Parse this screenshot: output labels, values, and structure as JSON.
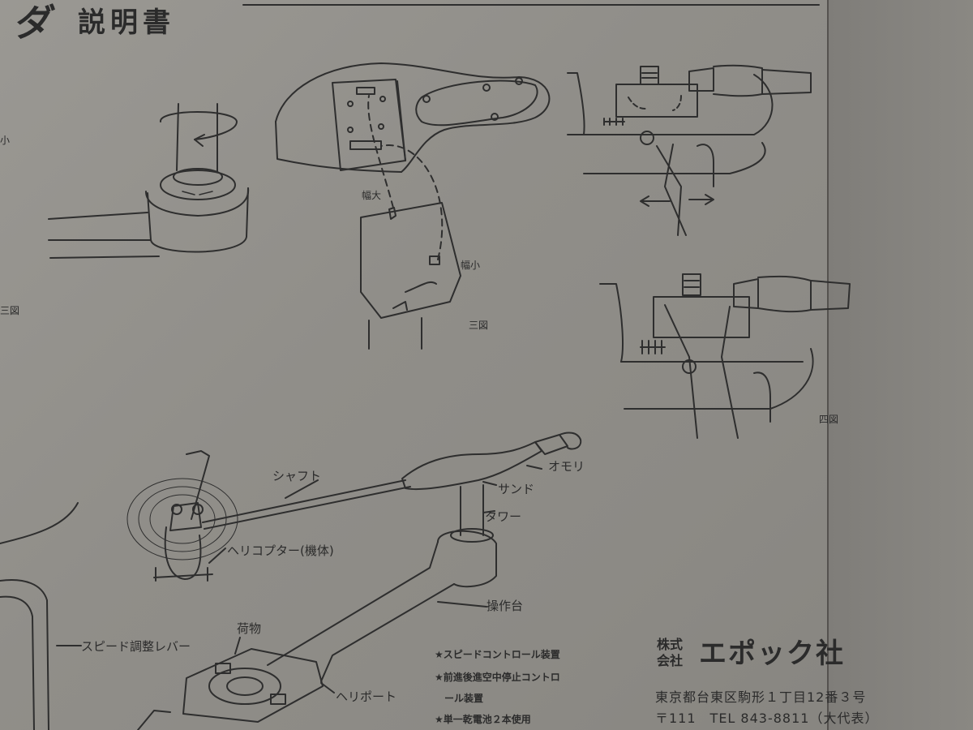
{
  "header": {
    "title_mark": "ダ",
    "title": "説明書"
  },
  "figures": {
    "fig3_left_label": "三図",
    "fig_left_edge_label": "小",
    "fig3_label": "三図",
    "fig4_label": "四図",
    "wide_label": "幅大",
    "narrow_label": "幅小"
  },
  "parts": {
    "shaft": "シャフト",
    "weight": "オモリ",
    "sand": "サンド",
    "tower": "タワー",
    "helicopter": "ヘリコプター(機体)",
    "console": "操作台",
    "speed_lever": "スピード調整レバー",
    "cargo": "荷物",
    "heliport": "ヘリポート"
  },
  "features": [
    "★スピードコントロール装置",
    "★前進後進空中停止コントロ",
    "ール装置",
    "★単一乾電池２本使用"
  ],
  "company": {
    "kind_line1": "株式",
    "kind_line2": "会社",
    "name": "エポック社",
    "address": "東京都台東区駒形１丁目12番３号",
    "postal_tel": "〒111　TEL 843-8811（大代表）"
  }
}
